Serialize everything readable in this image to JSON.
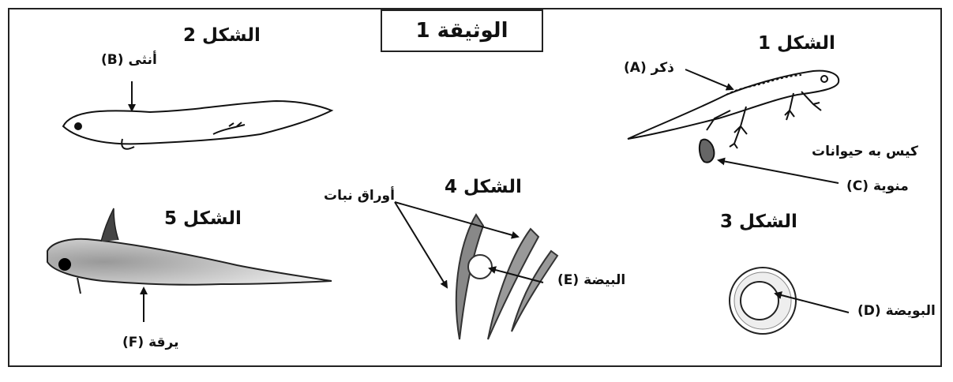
{
  "document": {
    "title": "الوثيقة 1"
  },
  "figures": {
    "fig1": {
      "title": "الشكل 1",
      "male_label": "ذكر (A)",
      "sac_label_line1": "كيس به حيوانات",
      "sac_label_line2": "منوية (C)"
    },
    "fig2": {
      "title": "الشكل 2",
      "female_label": "أنثى (B)"
    },
    "fig3": {
      "title": "الشكل 3",
      "ovum_label": "البويضة (D)"
    },
    "fig4": {
      "title": "الشكل 4",
      "leaves_label": "أوراق نبات",
      "egg_label": "البيضة (E)"
    },
    "fig5": {
      "title": "الشكل 5",
      "larva_label": "يرقة (F)"
    }
  }
}
